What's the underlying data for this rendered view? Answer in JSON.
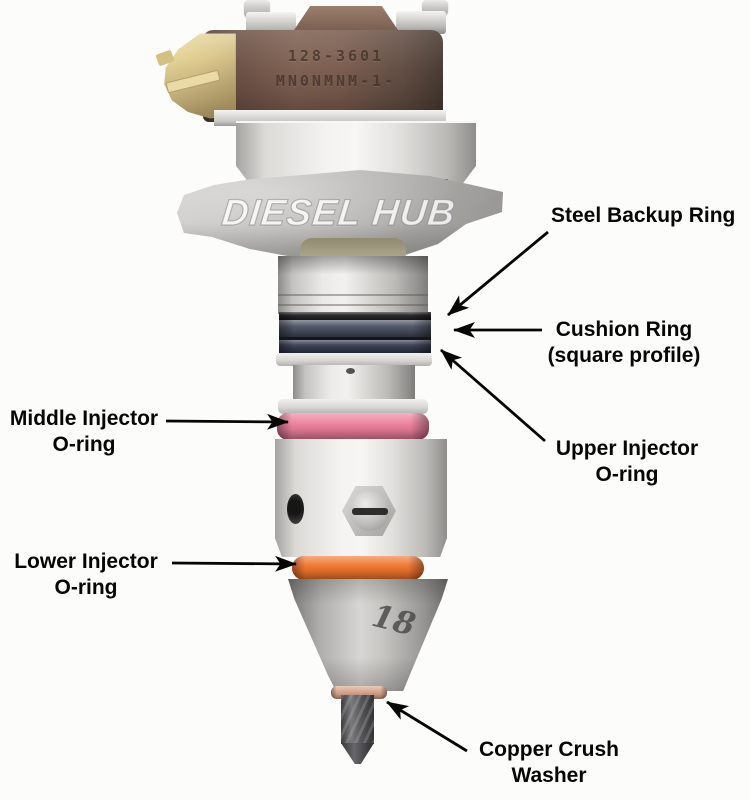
{
  "figure": {
    "type": "annotated-photo-diagram",
    "subject": "Diesel fuel injector external seals and O-ring locations",
    "background_color": "#fcfcfb"
  },
  "watermark": {
    "text": "DIESEL HUB"
  },
  "injector": {
    "solenoid_marking_line1": "128-3601",
    "solenoid_marking_line2": "MN0NMNM-1-",
    "nozzle_stamp": "18",
    "colors": {
      "solenoid_brown": "#6e5146",
      "connector_tan": "#d9c68f",
      "steel_backup_ring": "#232327",
      "cushion_ring": "#4a5061",
      "upper_oring_dark": "#373d53",
      "middle_oring_pink": "#ec7f9c",
      "lower_oring_orange": "#f1752e",
      "copper_washer": "#d8a78d",
      "annotation_text": "#060606"
    }
  },
  "labels": {
    "steel_backup_ring": {
      "line1": "Steel Backup Ring",
      "line2": ""
    },
    "cushion_ring": {
      "line1": "Cushion Ring",
      "line2": "(square profile)"
    },
    "upper_injector_oring": {
      "line1": "Upper Injector",
      "line2": "O-ring"
    },
    "middle_injector_oring": {
      "line1": "Middle Injector",
      "line2": "O-ring"
    },
    "lower_injector_oring": {
      "line1": "Lower Injector",
      "line2": "O-ring"
    },
    "copper_crush_washer": {
      "line1": "Copper Crush",
      "line2": "Washer"
    }
  }
}
